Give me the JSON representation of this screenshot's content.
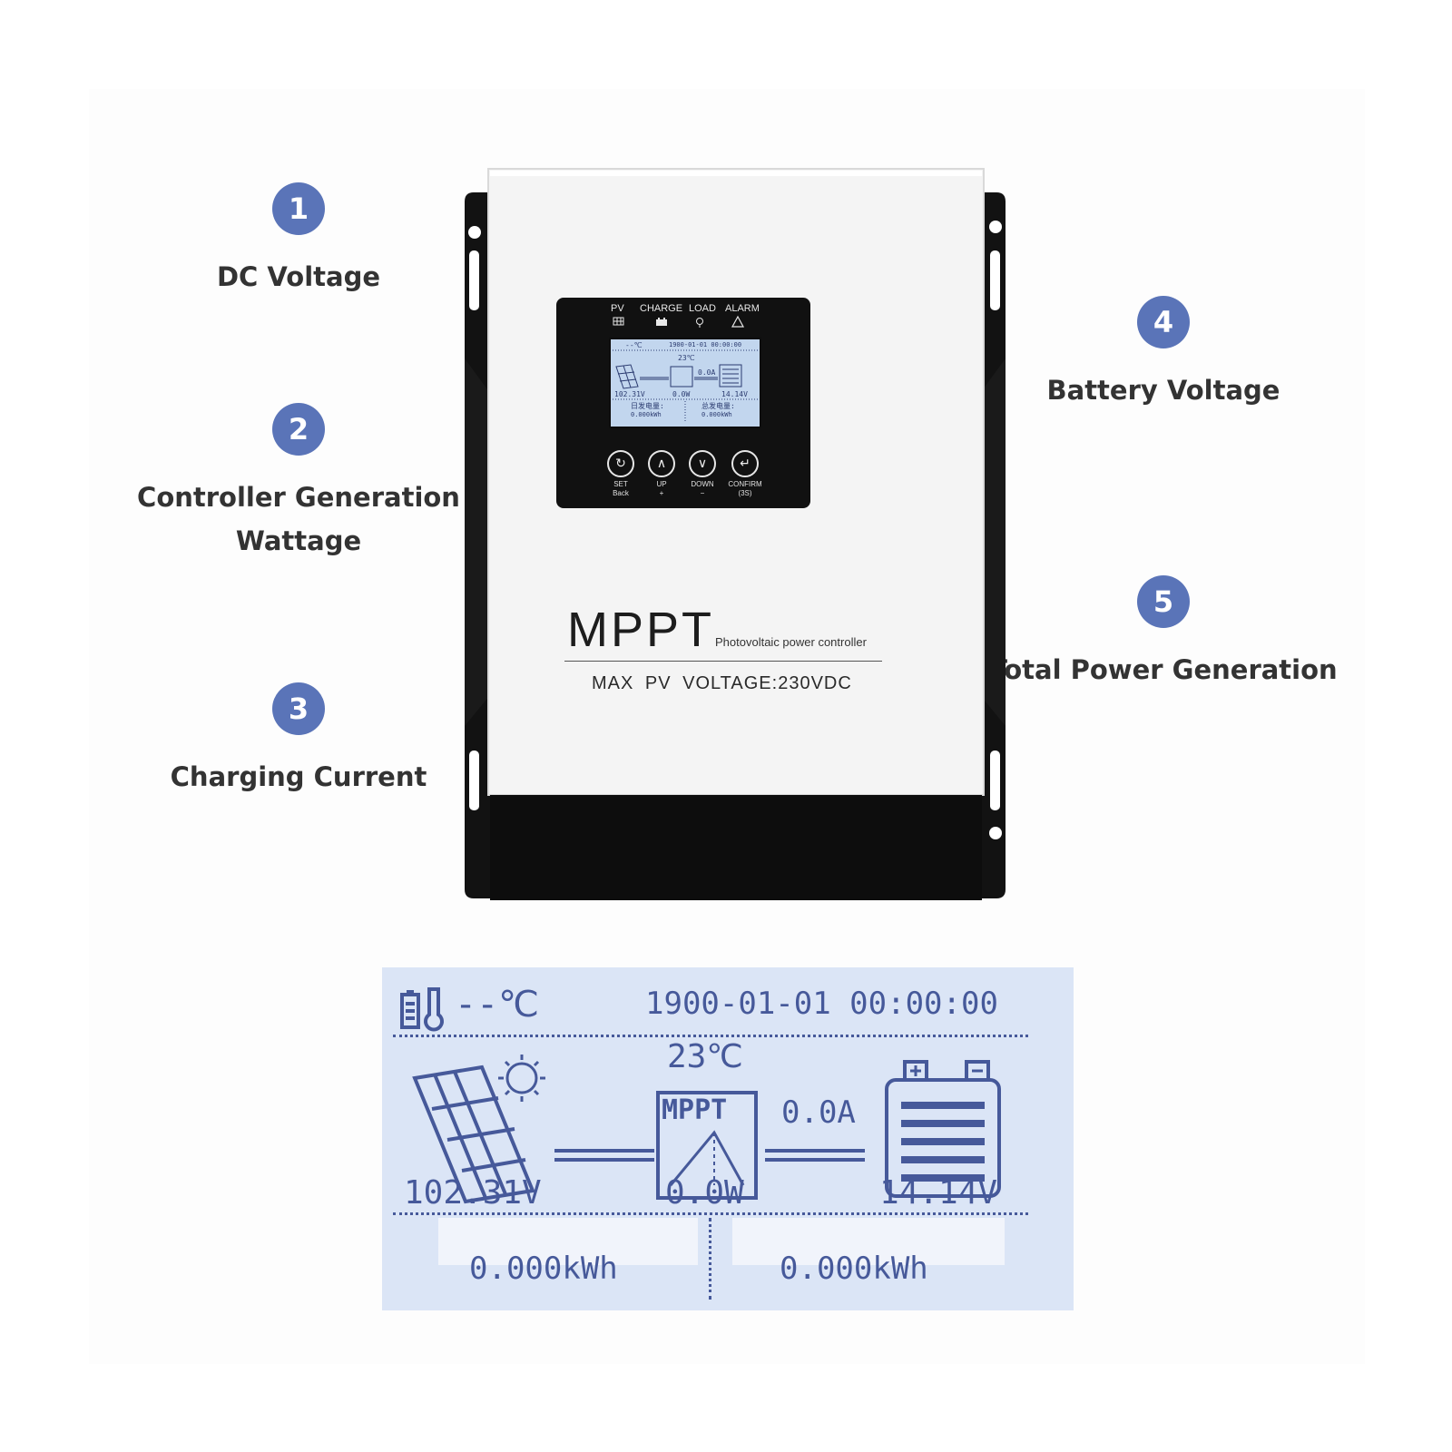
{
  "callouts": [
    {
      "number": "1",
      "label": "DC Voltage"
    },
    {
      "number": "2",
      "label": "Controller Generation\nWattage"
    },
    {
      "number": "3",
      "label": "Charging Current"
    },
    {
      "number": "4",
      "label": "Battery Voltage"
    },
    {
      "number": "5",
      "label": "Total Power Generation"
    }
  ],
  "device": {
    "indicators": [
      "PV",
      "CHARGE",
      "LOAD",
      "ALARM"
    ],
    "keys": [
      {
        "label": "SET\nBack"
      },
      {
        "label": "UP\n+"
      },
      {
        "label": "DOWN\n−"
      },
      {
        "label": "CONFIRM\n(3S)"
      }
    ],
    "mini_lcd": {
      "temp": "--℃",
      "datetime": "1900-01-01 00:00:00",
      "controller_temp": "23℃",
      "current": "0.0A",
      "pv_voltage": "102.31V",
      "power": "0.0W",
      "battery_voltage": "14.14V",
      "energy_left_label": "日发电量:",
      "energy_left": "0.000kWh",
      "energy_right_label": "总发电量:",
      "energy_right": "0.000kWh"
    },
    "brand": "MPPT",
    "subtitle": "Photovoltaic power controller",
    "spec": "MAX PV VOLTAGE:230VDC"
  },
  "lcd": {
    "battery_temp": "--℃",
    "datetime": "1900-01-01 00:00:00",
    "controller_temp": "23℃",
    "mppt_label": "MPPT",
    "charging_current": "0.0A",
    "pv_voltage": "102.31V",
    "generation_power": "0.0W",
    "battery_voltage": "14.14V",
    "energy_left": "0.000kWh",
    "energy_right": "0.000kWh"
  },
  "colors": {
    "badge": "#5a74b8",
    "lcd_background": "#dbe5f6",
    "lcd_ink": "#46599a",
    "device_body": "#f4f4f4",
    "device_frame": "#111111"
  }
}
